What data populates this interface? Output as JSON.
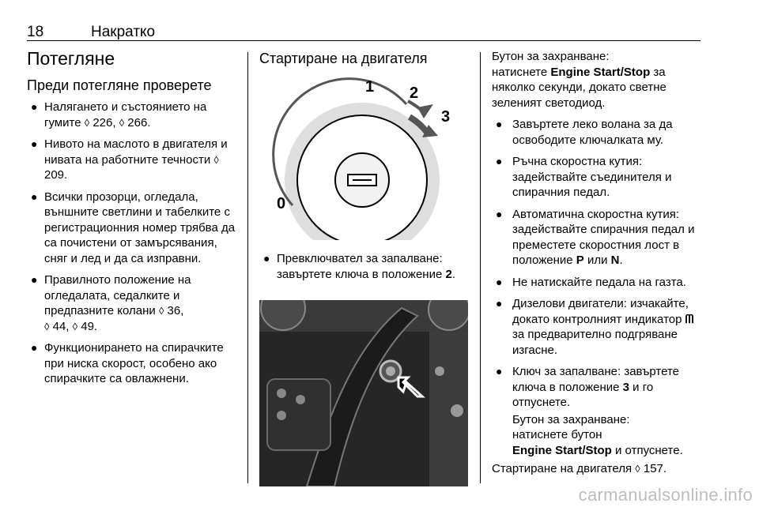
{
  "header": {
    "page_number": "18",
    "chapter": "Накратко"
  },
  "col1": {
    "title": "Потегляне",
    "subtitle": "Преди потегляне проверете",
    "items": [
      {
        "text": "Налягането и състоянието на гумите ",
        "refs": " 226, ",
        "refs2": " 266."
      },
      {
        "text": "Нивото на маслото в двигателя и нивата на работните течности ",
        "refs": " 209.",
        "refs2": ""
      },
      {
        "text": "Всички прозорци, огледала, външните светлини и табелките с регистрационния номер трябва да са почистени от замърсявания, сняг и лед и да са изправни.",
        "refs": "",
        "refs2": ""
      },
      {
        "text": "Правилното положение на огледалата, седалките и предпазните колани ",
        "refs": " 36,",
        "refs2": " 44, ",
        "refs3": " 49."
      },
      {
        "text": "Функционирането на спирачките при ниска скорост, особено ако спирачките са овлажнени.",
        "refs": "",
        "refs2": ""
      }
    ]
  },
  "col2": {
    "title": "Стартиране на двигателя",
    "figure1_labels": [
      "0",
      "1",
      "2",
      "3"
    ],
    "item": {
      "text": "Превключвател за запалване: завъртете ключа в положение ",
      "bold": "2",
      "end": "."
    }
  },
  "col3": {
    "intro_line1": "Бутон за захранване:",
    "intro_line2": "натиснете ",
    "intro_bold": "Engine Start/Stop",
    "intro_rest": " за няколко секунди, докато светне зеленият светодиод.",
    "items": [
      {
        "text": "Завъртете леко волана за да освободите ключалката му."
      },
      {
        "text": "Ръчна скоростна кутия: задействайте съединителя и спирачния педал."
      },
      {
        "text": "Автоматична скоростна кутия: задействайте спирачния педал и преместете скоростния лост в положение ",
        "b1": "P",
        "mid": " или ",
        "b2": "N",
        "end": "."
      },
      {
        "text": "Не натискайте педала на газта."
      },
      {
        "text": "Дизелови двигатели: изчакайте, докато контролният индикатор ",
        "after": " за предварително подгряване изгасне."
      },
      {
        "text": "Ключ за запалване: завъртете ключа в положение ",
        "b1": "3",
        "end": " и го отпуснете."
      }
    ],
    "after_line1": "Бутон за захранване:",
    "after_line2": "натиснете бутон",
    "after_bold": "Engine Start/Stop",
    "after_end": " и отпуснете.",
    "last_text": "Стартиране на двигателя ",
    "last_ref": " 157."
  },
  "ref_glyph": "◊",
  "bullet_glyph": "●",
  "glow_plug_glyph": "ᗰ",
  "watermark": "carmanualsonline.info"
}
